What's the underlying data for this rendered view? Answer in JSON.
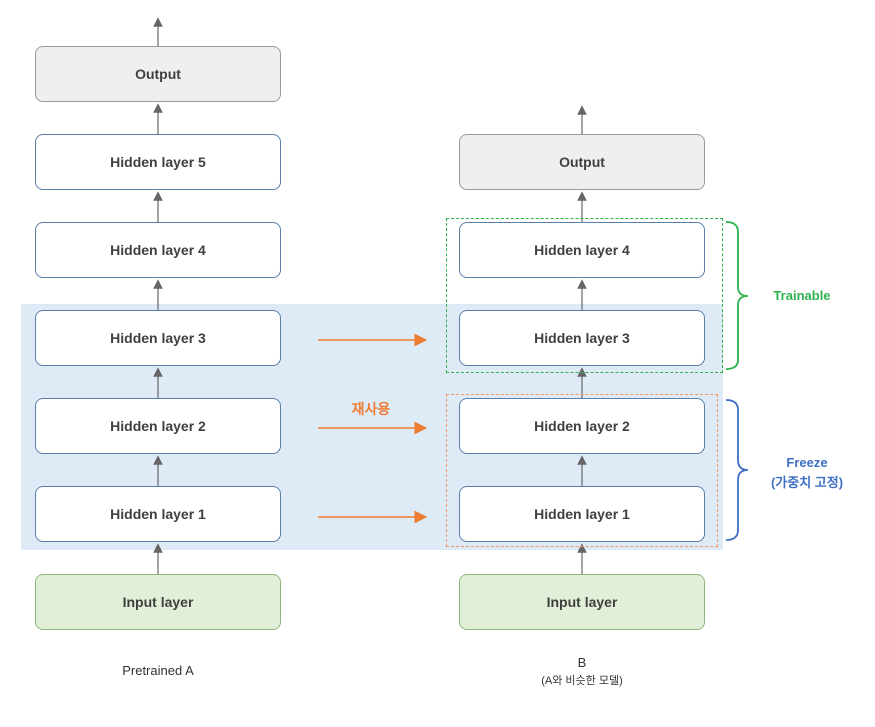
{
  "model_a": {
    "output": "Output",
    "hidden5": "Hidden layer 5",
    "hidden4": "Hidden layer 4",
    "hidden3": "Hidden layer 3",
    "hidden2": "Hidden layer 2",
    "hidden1": "Hidden layer 1",
    "input": "Input layer",
    "caption": "Pretrained A"
  },
  "model_b": {
    "output": "Output",
    "hidden4": "Hidden layer 4",
    "hidden3": "Hidden layer 3",
    "hidden2": "Hidden layer 2",
    "hidden1": "Hidden layer 1",
    "input": "Input layer",
    "caption": "B",
    "subcaption": "(A와 비슷한 모델)"
  },
  "reuse_label": "재사용",
  "trainable_label": "Trainable",
  "freeze_label_1": "Freeze",
  "freeze_label_2": "(가중치 고정)",
  "colors": {
    "trainable": "#2fb34f",
    "freeze": "#3d6fc4",
    "reuse": "#ee7d31",
    "highlight": "#deeaf6"
  }
}
